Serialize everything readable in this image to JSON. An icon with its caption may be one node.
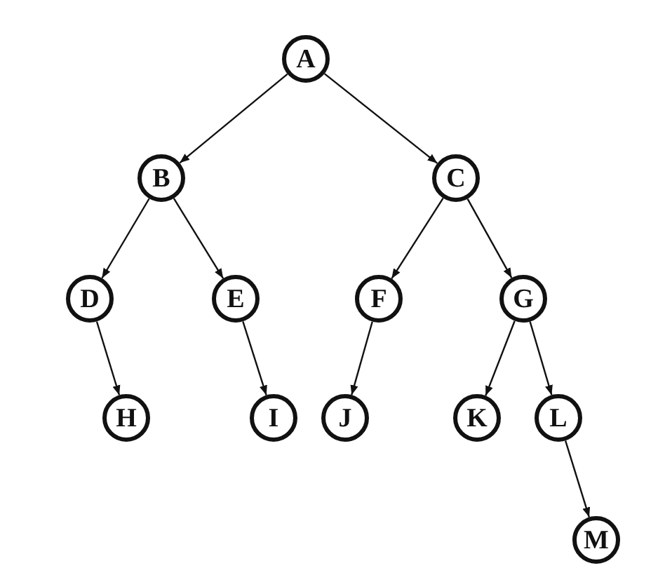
{
  "diagram": {
    "nodes": [
      {
        "text": [
          "A"
        ]
      },
      {
        "text": [
          "B"
        ]
      },
      {
        "text": [
          "C"
        ]
      },
      {
        "text": [
          "D"
        ]
      },
      {
        "text": [
          "E"
        ]
      },
      {
        "text": [
          "F"
        ]
      },
      {
        "text": [
          "G"
        ]
      },
      {
        "text": [
          "H"
        ]
      },
      {
        "text": [
          "I"
        ]
      },
      {
        "text": [
          "J"
        ]
      },
      {
        "text": [
          "K"
        ]
      },
      {
        "text": [
          "L"
        ]
      },
      {
        "text": [
          "M"
        ]
      }
    ],
    "edges": [
      {
        "from": 0,
        "to": 1,
        "arrow": "to"
      },
      {
        "from": 0,
        "to": 2,
        "arrow": "to"
      },
      {
        "from": 1,
        "to": 3,
        "arrow": "to"
      },
      {
        "from": 1,
        "to": 4,
        "arrow": "to"
      },
      {
        "from": 2,
        "to": 5,
        "arrow": "to"
      },
      {
        "from": 2,
        "to": 6,
        "arrow": "to"
      },
      {
        "from": 3,
        "to": 7,
        "arrow": "to"
      },
      {
        "from": 4,
        "to": 8,
        "arrow": "to"
      },
      {
        "from": 5,
        "to": 9,
        "arrow": "to"
      },
      {
        "from": 6,
        "to": 10,
        "arrow": "to"
      },
      {
        "from": 6,
        "to": 11,
        "arrow": "to"
      },
      {
        "from": 11,
        "to": 12,
        "arrow": "to"
      }
    ]
  }
}
